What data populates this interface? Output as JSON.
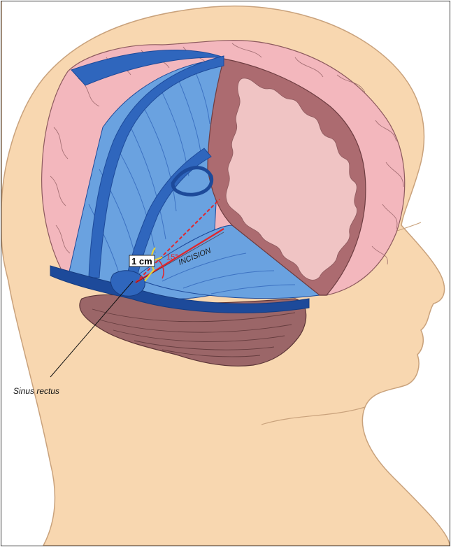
{
  "figure": {
    "labels": {
      "sinus": "Sinus rectus",
      "incision": "INCISION",
      "distance": "1 cm",
      "angle": "15°"
    },
    "colors": {
      "skin": "#f8d7b0",
      "skin_stroke": "#c9a27c",
      "brain": "#f3b7bd",
      "brain_stroke": "#8d5a5e",
      "tentorium": "#6aa2e0",
      "sinus": "#2f66bd",
      "dark_sinus": "#1d4a9a",
      "cerebellum": "#9b6668",
      "cortex_cut": "#ac6b70",
      "white_matter": "#f0c4c4",
      "incision_line": "#e1262c",
      "angle_mark": "#e7d23b"
    }
  }
}
